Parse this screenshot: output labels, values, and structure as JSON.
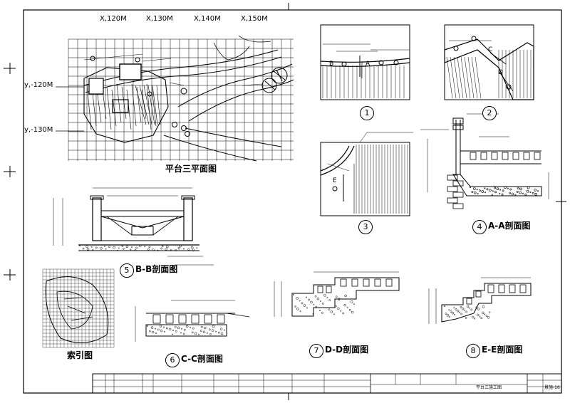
{
  "plan": {
    "grid_x_labels": [
      "X,120M",
      "X,130M",
      "X,140M",
      "X,150M"
    ],
    "grid_y_labels": [
      "y,-120M",
      "y,-130M"
    ],
    "title": "平台三平面图"
  },
  "details": [
    {
      "num": "1",
      "title": ""
    },
    {
      "num": "2",
      "title": ""
    },
    {
      "num": "3",
      "title": ""
    },
    {
      "num": "4",
      "title": "A-A剖面图"
    },
    {
      "num": "5",
      "title": "B-B剖面图"
    },
    {
      "num": "6",
      "title": "C-C剖面图"
    },
    {
      "num": "7",
      "title": "D-D剖面图"
    },
    {
      "num": "8",
      "title": "E-E剖面图"
    }
  ],
  "index_map": {
    "title": "索引图"
  },
  "section_letters": {
    "a": "A",
    "b": "B",
    "c": "C",
    "d": "D",
    "e": "E"
  },
  "title_block": {
    "project": "平台三施工图",
    "sheet_no": "景施-16"
  }
}
